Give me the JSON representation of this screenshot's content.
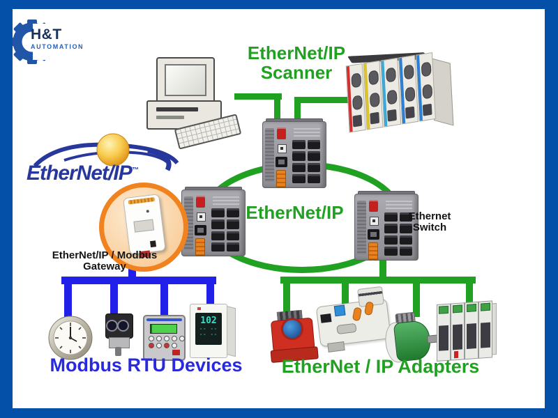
{
  "branding": {
    "logo_title": "H&T",
    "logo_subtitle": "AUTOMATION"
  },
  "labels": {
    "scanner_line1": "EtherNet/IP",
    "scanner_line2": "Scanner",
    "ethernetip_logo": "EtherNet/IP",
    "ethernetip_logo_tm": "™",
    "ring": "EtherNet/IP",
    "switch_line1": "Ethernet",
    "switch_line2": "Switch",
    "gateway_line1": "EtherNet/IP / Modbus",
    "gateway_line2": "Gateway",
    "modbus": "Modbus RTU Devices",
    "adapters": "EtherNet / IP Adapters"
  },
  "devices": {
    "panel_meter_reading": "102",
    "modbus_rtu": [
      "gauge-meter",
      "photoelectric-sensor",
      "motor-controller",
      "panel-meter"
    ],
    "ethernet_ip_adapters": [
      "pressure-sensor",
      "ethernet-io-module",
      "rotary-encoder",
      "servo-drive-rack"
    ],
    "infrastructure": [
      "scanner-pc",
      "plc-rack",
      "ethernet-switch-top",
      "ethernet-switch-left",
      "ethernet-switch-right",
      "modbus-gateway"
    ]
  },
  "connections": [
    {
      "from": "scanner-pc",
      "to": "ethernet-switch-top",
      "medium": "green-ethernet"
    },
    {
      "from": "plc-rack",
      "to": "ethernet-switch-top",
      "medium": "green-ethernet"
    },
    {
      "ring": [
        "ethernet-switch-top",
        "ethernet-switch-left",
        "ethernet-switch-right"
      ],
      "medium": "green-ethernet-ring"
    },
    {
      "from": "modbus-gateway",
      "to": "ethernet-switch-left",
      "medium": "green-ethernet"
    },
    {
      "from": "modbus-gateway",
      "to": "modbus-rtu-bus",
      "medium": "blue-modbus"
    },
    {
      "from": "ethernet-switch-right",
      "to": "adapters-bus",
      "medium": "green-ethernet"
    }
  ],
  "colors": {
    "frame_border": "#0450A8",
    "ethernet_green": "#21A121",
    "modbus_blue": "#2020E8",
    "modbus_text_blue": "#2929DE",
    "gateway_circle_orange": "#F0831F",
    "logo_navy": "#16325C",
    "logo_blue": "#2162B4",
    "ethernetip_logo_blue": "#28379B",
    "label_black": "#141414"
  }
}
